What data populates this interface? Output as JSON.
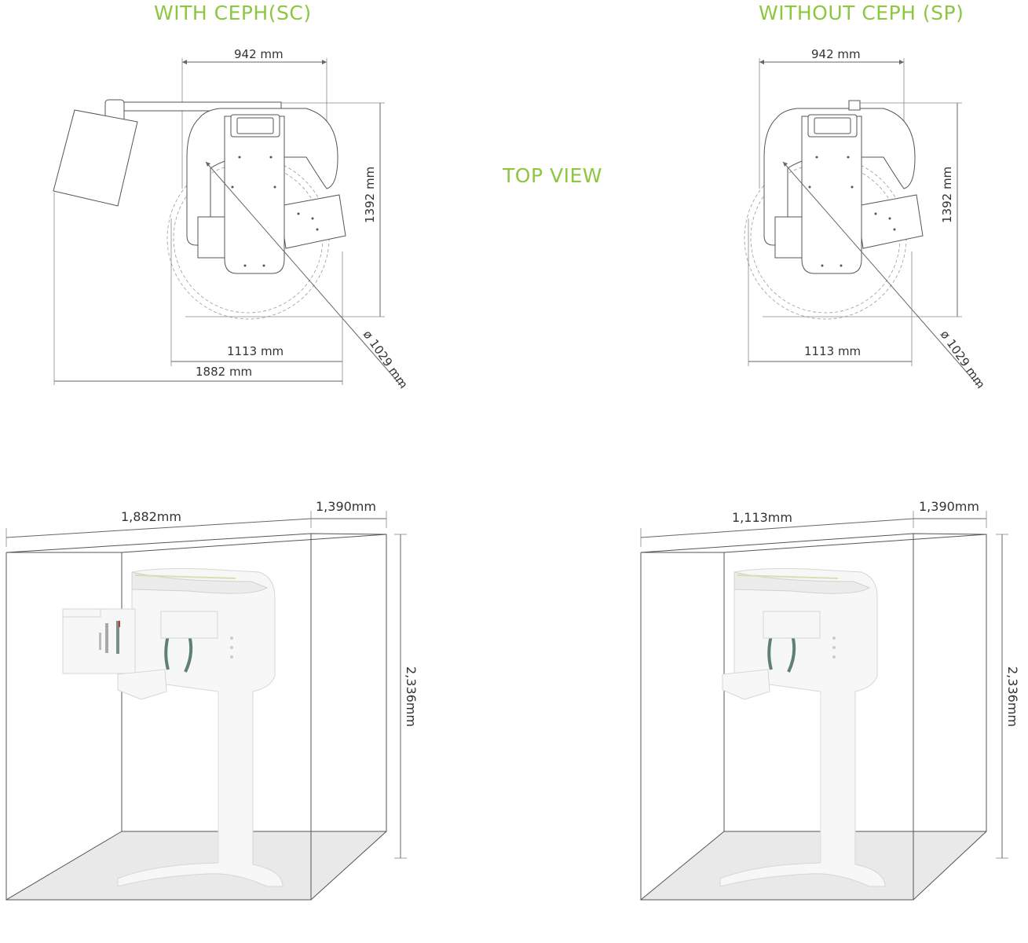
{
  "titles": {
    "with_ceph": "WITH CEPH(SC)",
    "without_ceph": "WITHOUT CEPH (SP)",
    "top_view": "TOP VIEW"
  },
  "colors": {
    "accent": "#8dc63f",
    "line": "#555555",
    "floor": "#e8e8e8"
  },
  "top_view_with_ceph": {
    "width_top": "942 mm",
    "depth": "1392 mm",
    "width_unit": "1113 mm",
    "width_total": "1882 mm",
    "diameter": "ø 1029 mm"
  },
  "top_view_without_ceph": {
    "width_top": "942 mm",
    "depth": "1392 mm",
    "width_unit": "1113 mm",
    "diameter": "ø 1029 mm"
  },
  "iso_with_ceph": {
    "width": "1,882mm",
    "depth": "1,390mm",
    "height": "2,336mm"
  },
  "iso_without_ceph": {
    "width": "1,113mm",
    "depth": "1,390mm",
    "height": "2,336mm"
  }
}
